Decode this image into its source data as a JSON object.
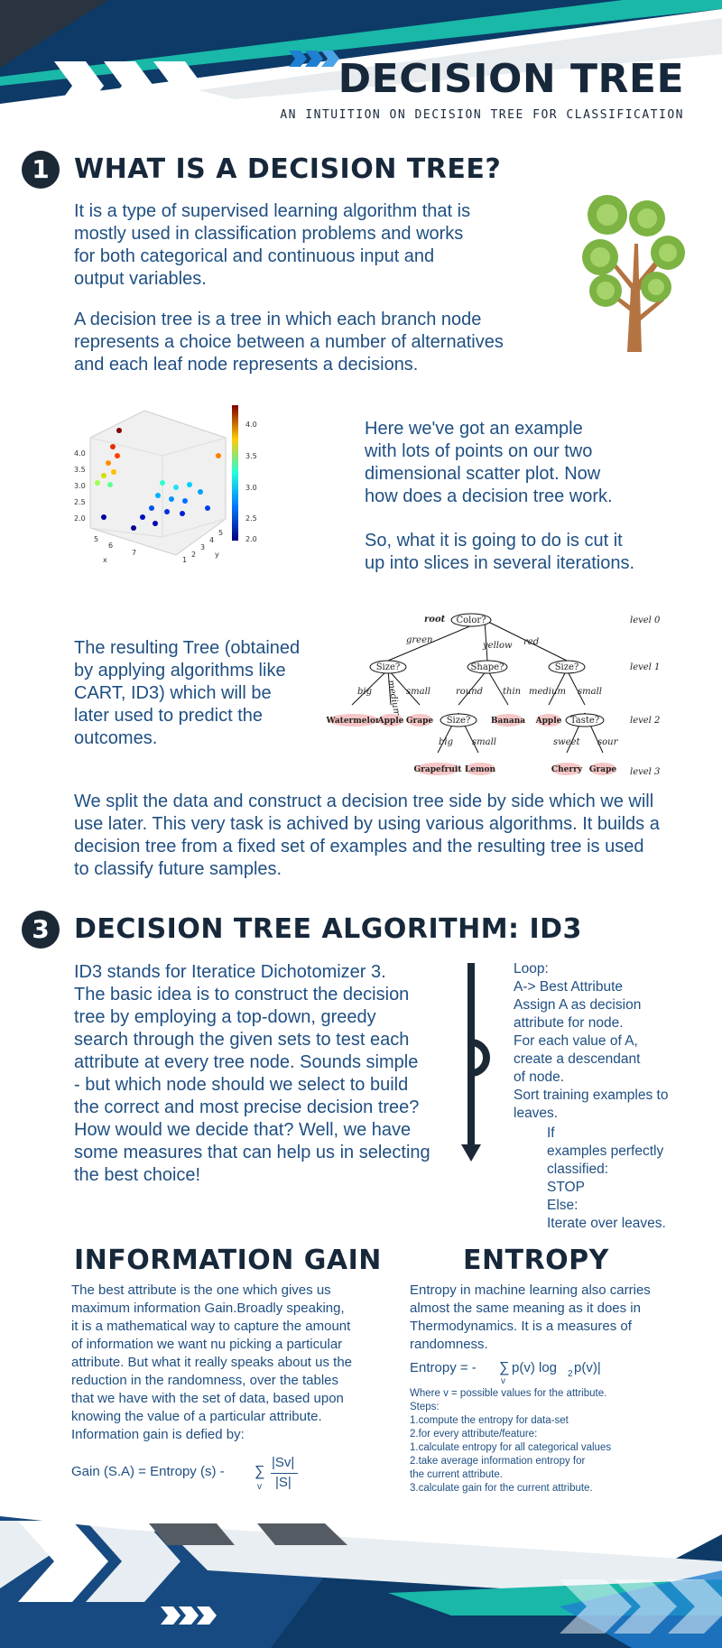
{
  "header": {
    "title": "DECISION TREE",
    "subtitle": "AN INTUITION ON DECISION TREE FOR CLASSIFICATION"
  },
  "section1": {
    "number": "1",
    "title": "WHAT IS A DECISION TREE?",
    "para1": "It is a type of supervised learning algorithm that is\nmostly used in classification problems and works\nfor both categorical and continuous input and\noutput variables.",
    "para2": "A decision tree is a tree in which each branch node\nrepresents a choice between a number of alternatives\nand each leaf node represents a decisions.",
    "scatter_text1": "Here we've got an example\nwith lots of points on our two\ndimensional scatter plot. Now\nhow does a decision tree work.",
    "scatter_text2": "So, what it is going to do is cut it\nup into slices in several iterations.",
    "result_text": "The resulting Tree (obtained\nby applying algorithms like\nCART, ID3) which will be\nlater used to predict the\noutcomes.",
    "split_text": "We split the data and construct a decision tree side by side which we will\nuse later. This very task is achived by using various algorithms. It builds a\ndecision tree from a fixed set of examples and the resulting tree is used\nto classify future samples."
  },
  "scatter": {
    "z_ticks": [
      "4.0",
      "3.5",
      "3.0",
      "2.5",
      "2.0"
    ],
    "colorbar_ticks": [
      "4.0",
      "3.5",
      "3.0",
      "2.5",
      "2.0"
    ],
    "x_ticks": [
      "5",
      "6",
      "7"
    ],
    "y_ticks": [
      "1",
      "2",
      "3",
      "4",
      "5"
    ],
    "x_label": "x",
    "y_label": "y"
  },
  "tree": {
    "root_label": "root",
    "root": "Color?",
    "levels": [
      "level 0",
      "level 1",
      "level 2",
      "level 3"
    ],
    "branches": {
      "green": "green",
      "yellow": "yellow",
      "red": "red",
      "big": "big",
      "medium": "medium",
      "small": "small",
      "round": "round",
      "thin": "thin",
      "medium2": "medium",
      "small2": "small",
      "big2": "big",
      "small3": "small",
      "sweet": "sweet",
      "sour": "sour"
    },
    "nodes": {
      "size1": "Size?",
      "shape": "Shape?",
      "size2": "Size?",
      "size3": "Size?",
      "taste": "Taste?"
    },
    "leaves": {
      "watermelon": "Watermelon",
      "apple1": "Apple",
      "grape1": "Grape",
      "banana": "Banana",
      "apple2": "Apple",
      "grapefruit": "Grapefruit",
      "lemon": "Lemon",
      "cherry": "Cherry",
      "grape2": "Grape"
    }
  },
  "section3": {
    "number": "3",
    "title": "DECISION TREE ALGORITHM: ID3",
    "para": "ID3 stands for Iteratice Dichotomizer 3.\nThe basic idea is to construct the decision\ntree by employing a top-down, greedy\nsearch through the given sets to test each\nattribute at every tree node. Sounds simple\n- but which node should we select to build\nthe correct and most precise decision tree?\nHow would we decide that? Well, we have\nsome measures that can help us in selecting\nthe best choice!",
    "algo": [
      "Loop:",
      "A-> Best Attribute",
      "Assign A as decision",
      "attribute for node.",
      "For each value of A,",
      "create a descendant",
      "of node.",
      "Sort training examples to",
      "leaves."
    ],
    "algo_indent": [
      "If",
      "examples perfectly",
      "classified:",
      "STOP",
      "Else:",
      "Iterate over leaves."
    ]
  },
  "info_gain": {
    "title": "INFORMATION GAIN",
    "text": "The best attribute is the one which gives us\nmaximum information Gain.Broadly speaking,\nit is a mathematical way to capture the amount\nof information we want nu picking a particular\nattribute. But what it really speaks about us the\nreduction in the randomness, over the tables\nthat we have with the set of data, based upon\nknowing the value of a particular attribute.\nInformation gain is defied by:",
    "formula_left": "Gain (S.A) = Entropy (s) - ",
    "formula_sum": "∑",
    "formula_sub": "v",
    "formula_num": "|Sv|",
    "formula_den": "|S|"
  },
  "entropy": {
    "title": "ENTROPY",
    "text": "Entropy in machine learning also carries\nalmost the same meaning as it does in\nThermodynamics. It is a measures of\nrandomness.",
    "formula_left": "Entropy = - ",
    "formula_sum": "∑",
    "formula_sub": "v",
    "formula_right1": "p(v) log",
    "formula_base": "2",
    "formula_right2": "p(v)|",
    "note": "Where v = possible values for the attribute.\nSteps:\n1.compute the entropy for data-set\n2.for every attribute/feature:\n 1.calculate entropy for all categorical values\n 2.take average information entropy for\n    the current attribute.\n 3.calculate gain for the current attribute."
  },
  "colors": {
    "navy": "#0d3a66",
    "teal": "#19b8a8",
    "dark": "#1b2836",
    "text": "#1f4f82",
    "leaf_pink": "#f6c6c6",
    "tree_green": "#7cb342",
    "trunk": "#b47442"
  }
}
